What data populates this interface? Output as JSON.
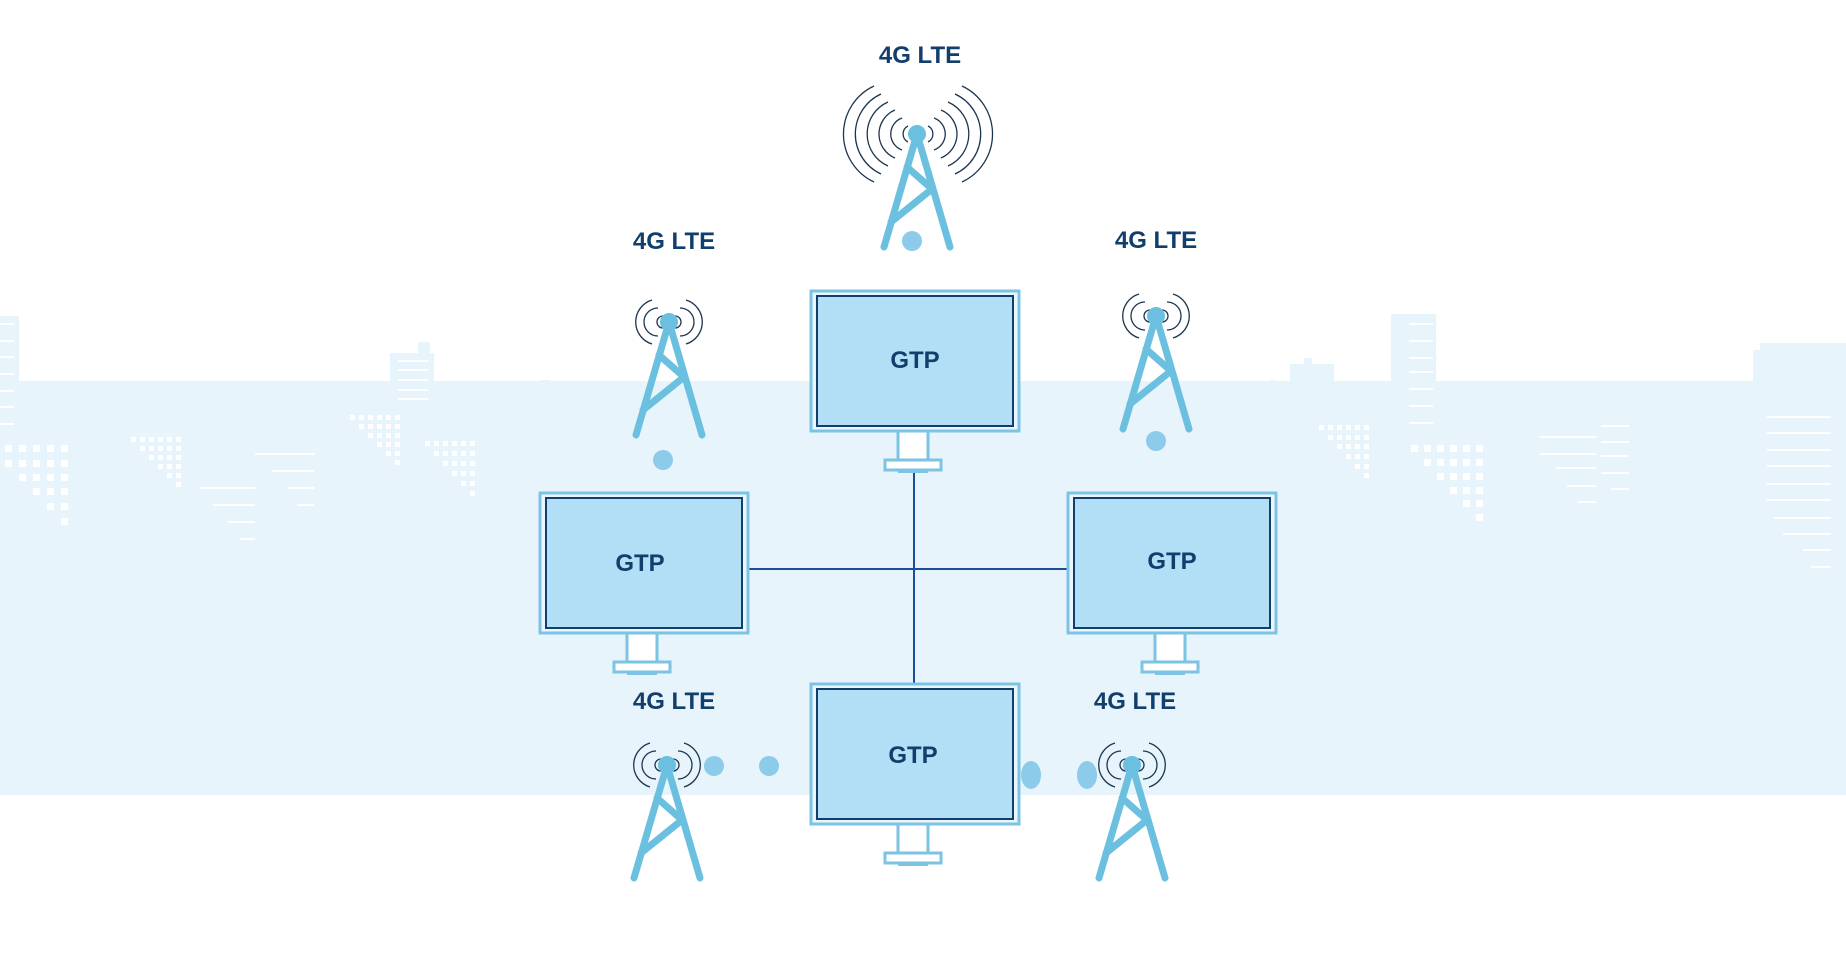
{
  "diagram": {
    "title": "GTP network with 4G LTE base stations",
    "colors": {
      "background": "#ffffff",
      "skyline": "#e7f4fc",
      "tower": "#6cc0df",
      "signal_waves": "#1c3550",
      "monitor_frame": "#7dc3e3",
      "monitor_screen": "#b3dff6",
      "monitor_bezel": "#123e6c",
      "label_text": "#123e6c",
      "connector_line": "#1a4f96",
      "data_dot": "#8ccbea"
    },
    "nodes": [
      {
        "id": "gtp-top",
        "type": "gtp-monitor",
        "label": "GTP"
      },
      {
        "id": "gtp-left",
        "type": "gtp-monitor",
        "label": "GTP"
      },
      {
        "id": "gtp-right",
        "type": "gtp-monitor",
        "label": "GTP"
      },
      {
        "id": "gtp-bottom",
        "type": "gtp-monitor",
        "label": "GTP"
      }
    ],
    "towers": [
      {
        "id": "tower-top",
        "label": "4G LTE",
        "signal": "strong"
      },
      {
        "id": "tower-upper-left",
        "label": "4G LTE",
        "signal": "medium"
      },
      {
        "id": "tower-upper-right",
        "label": "4G LTE",
        "signal": "medium"
      },
      {
        "id": "tower-lower-left",
        "label": "4G LTE",
        "signal": "medium"
      },
      {
        "id": "tower-lower-right",
        "label": "4G LTE",
        "signal": "medium"
      }
    ],
    "connections": [
      {
        "from": "gtp-top",
        "to": "gtp-bottom"
      },
      {
        "from": "gtp-left",
        "to": "gtp-right"
      }
    ],
    "data_flows": [
      {
        "from": "tower-top",
        "to": "gtp-top"
      },
      {
        "from": "tower-upper-left",
        "to": "gtp-left"
      },
      {
        "from": "tower-upper-right",
        "to": "gtp-right"
      },
      {
        "from": "tower-lower-left",
        "to": "gtp-bottom"
      },
      {
        "from": "tower-lower-right",
        "to": "gtp-bottom"
      }
    ]
  }
}
